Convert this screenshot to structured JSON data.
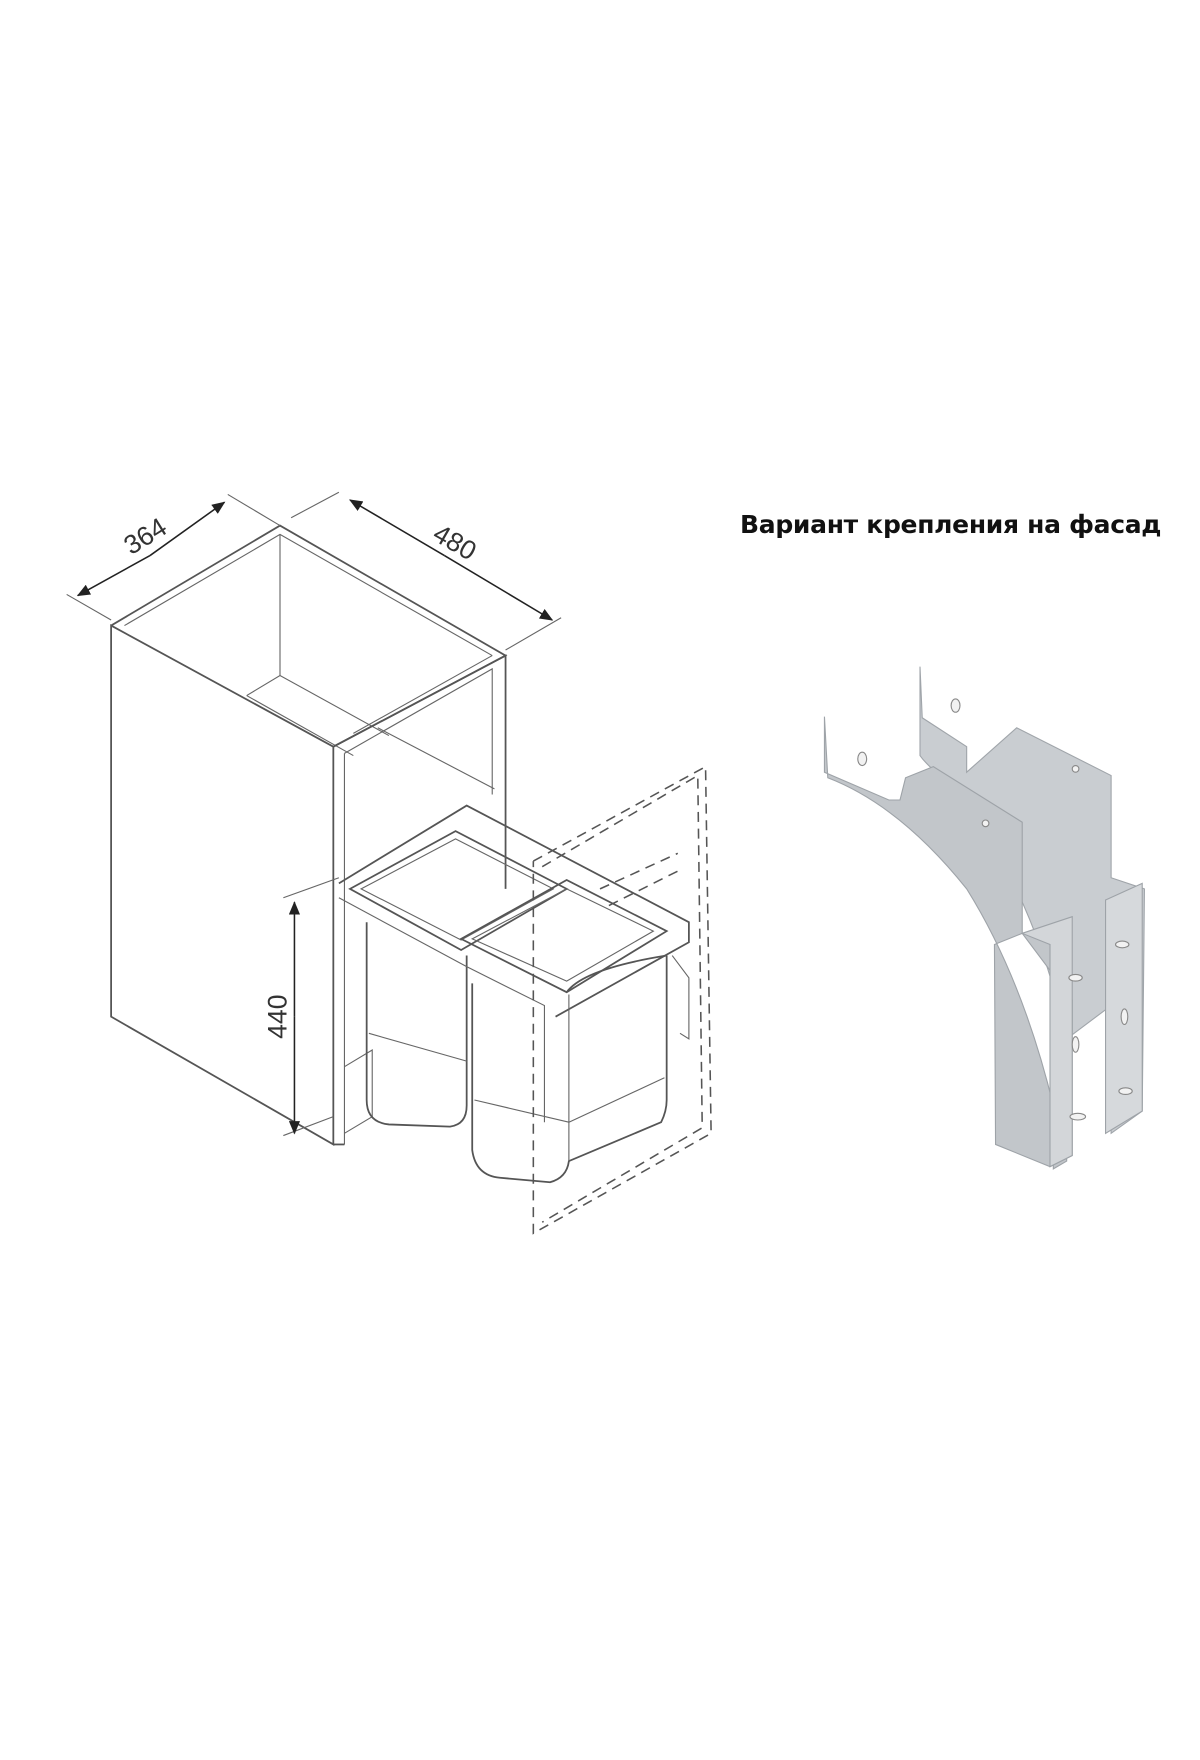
{
  "caption": "Вариант крепления на фасад",
  "dimensions": {
    "depth": "364",
    "width": "480",
    "height": "440"
  },
  "colors": {
    "bracket": "#c4c8cc",
    "bracket_edge": "#9ea3a8",
    "lines": "#555555"
  }
}
